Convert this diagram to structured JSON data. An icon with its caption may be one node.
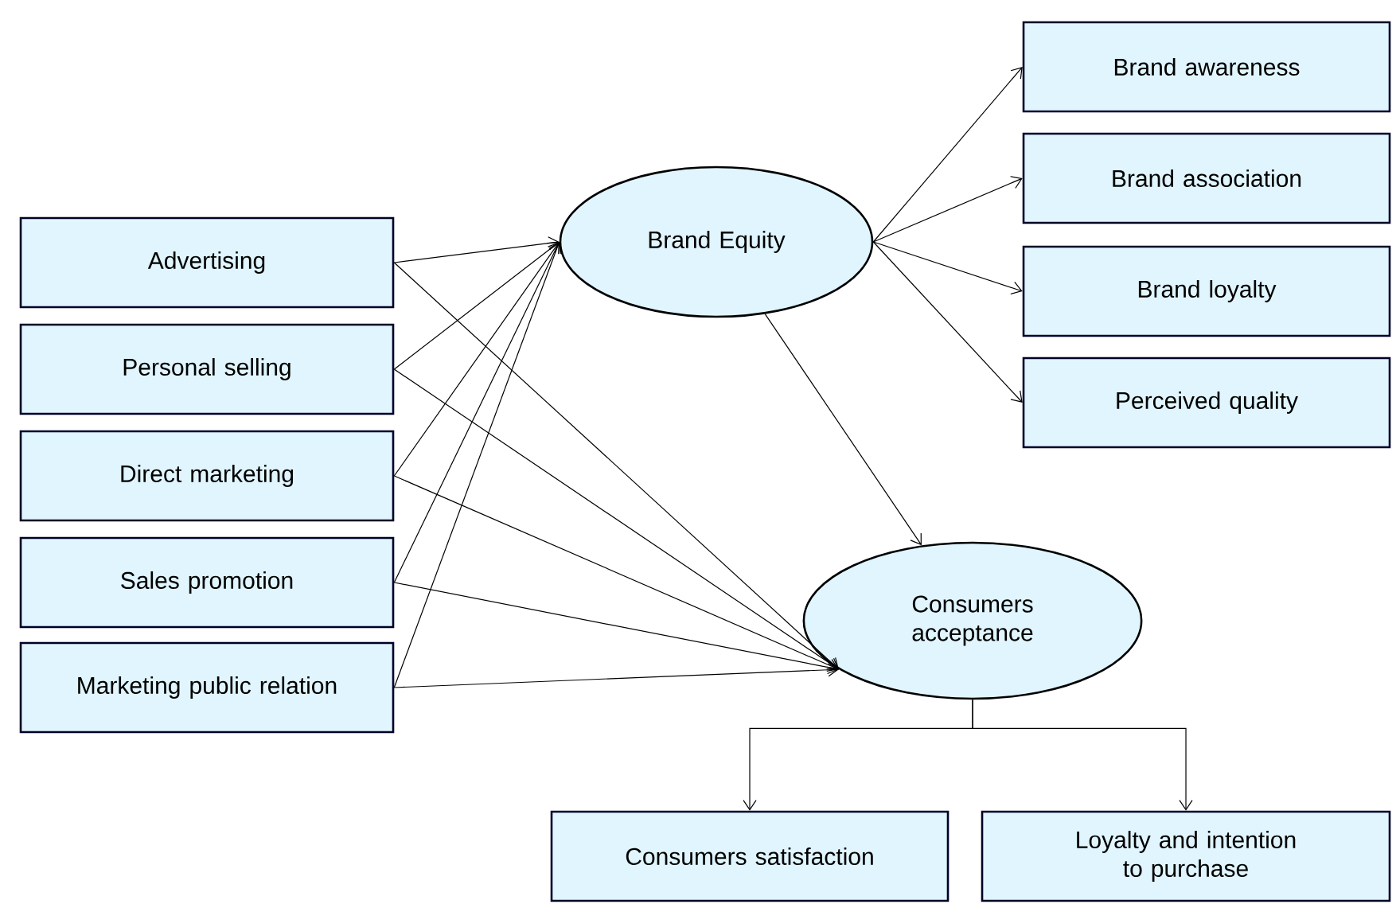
{
  "diagram": {
    "nodes": [
      {
        "text": [
          "Advertising"
        ]
      },
      {
        "text": [
          "Personal selling"
        ]
      },
      {
        "text": [
          "Direct marketing"
        ]
      },
      {
        "text": [
          "Sales promotion"
        ]
      },
      {
        "text": [
          "Marketing public relation"
        ]
      },
      {
        "text": [
          "Brand Equity"
        ]
      },
      {
        "text": [
          "Brand awareness"
        ]
      },
      {
        "text": [
          "Brand association"
        ]
      },
      {
        "text": [
          "Brand loyalty"
        ]
      },
      {
        "text": [
          "Perceived quality"
        ]
      },
      {
        "text": [
          "Consumers acceptance"
        ]
      },
      {
        "text": [
          "Consumers satisfaction"
        ]
      },
      {
        "text": [
          "Loyalty and intention to purchase"
        ]
      }
    ],
    "edges": [
      {
        "from": 0,
        "to": 5,
        "arrow": "to"
      },
      {
        "from": 1,
        "to": 5,
        "arrow": "to"
      },
      {
        "from": 2,
        "to": 5,
        "arrow": "to"
      },
      {
        "from": 3,
        "to": 5,
        "arrow": "to"
      },
      {
        "from": 4,
        "to": 5,
        "arrow": "to"
      },
      {
        "from": 0,
        "to": 10,
        "arrow": "to"
      },
      {
        "from": 1,
        "to": 10,
        "arrow": "to"
      },
      {
        "from": 2,
        "to": 10,
        "arrow": "to"
      },
      {
        "from": 3,
        "to": 10,
        "arrow": "to"
      },
      {
        "from": 4,
        "to": 10,
        "arrow": "to"
      },
      {
        "from": 5,
        "to": 6,
        "arrow": "to"
      },
      {
        "from": 5,
        "to": 7,
        "arrow": "to"
      },
      {
        "from": 5,
        "to": 8,
        "arrow": "to"
      },
      {
        "from": 5,
        "to": 9,
        "arrow": "to"
      },
      {
        "from": 5,
        "to": 10,
        "arrow": "to"
      },
      {
        "from": 10,
        "to": 11,
        "arrow": "to"
      },
      {
        "from": 10,
        "to": 12,
        "arrow": "to"
      }
    ]
  }
}
